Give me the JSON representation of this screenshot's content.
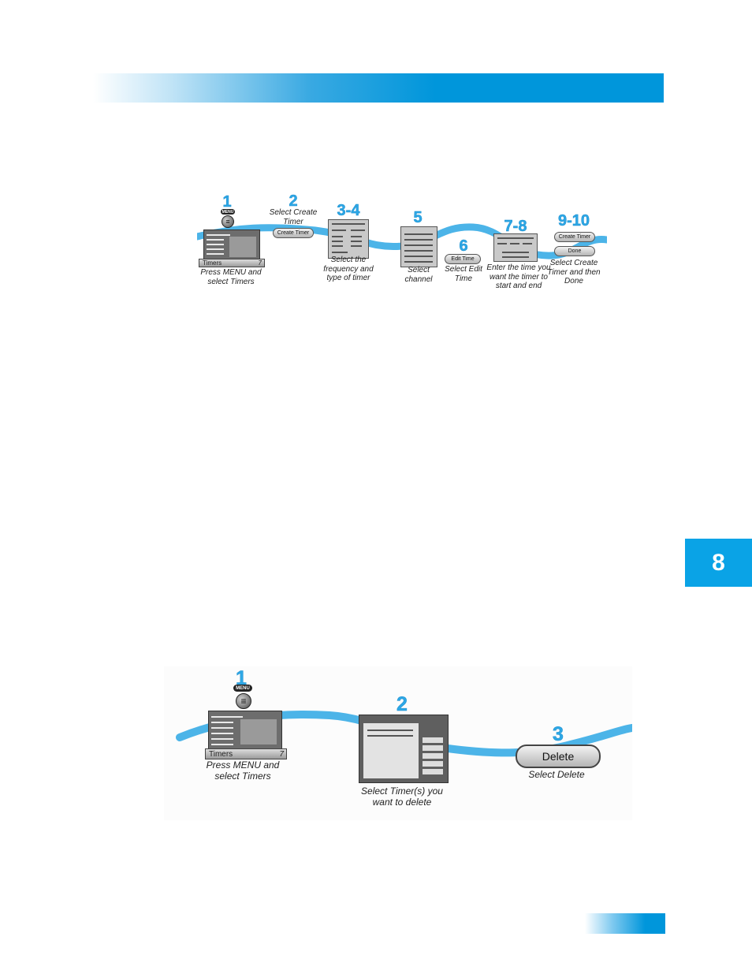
{
  "chapter": "8",
  "create_timer": {
    "steps": [
      {
        "num": "1",
        "caption": "Press MENU and select Timers"
      },
      {
        "num": "2",
        "caption": "Select Create Timer"
      },
      {
        "num": "3-4",
        "caption": "Select the frequency and type of timer"
      },
      {
        "num": "5",
        "caption": "Select channel"
      },
      {
        "num": "6",
        "caption": "Select Edit Time"
      },
      {
        "num": "7-8",
        "caption": "Enter the time you want the timer to start and end"
      },
      {
        "num": "9-10",
        "caption": "Select Create Timer and then Done"
      }
    ],
    "menu_label": "MENU",
    "timers_label": "Timers",
    "timers_num": "7",
    "create_timer_button": "Create Timer",
    "edit_time_button": "Edit Time",
    "done_button": "Done"
  },
  "delete_timer": {
    "steps": [
      {
        "num": "1",
        "caption": "Press MENU and select Timers"
      },
      {
        "num": "2",
        "caption": "Select Timer(s) you want to delete"
      },
      {
        "num": "3",
        "caption": "Select Delete"
      }
    ],
    "menu_label": "MENU",
    "timers_label": "Timers",
    "timers_num": "7",
    "delete_button": "Delete"
  },
  "colors": {
    "accent": "#0096db",
    "wave": "#4cb4e8",
    "step_number": "#2ea8e6"
  }
}
